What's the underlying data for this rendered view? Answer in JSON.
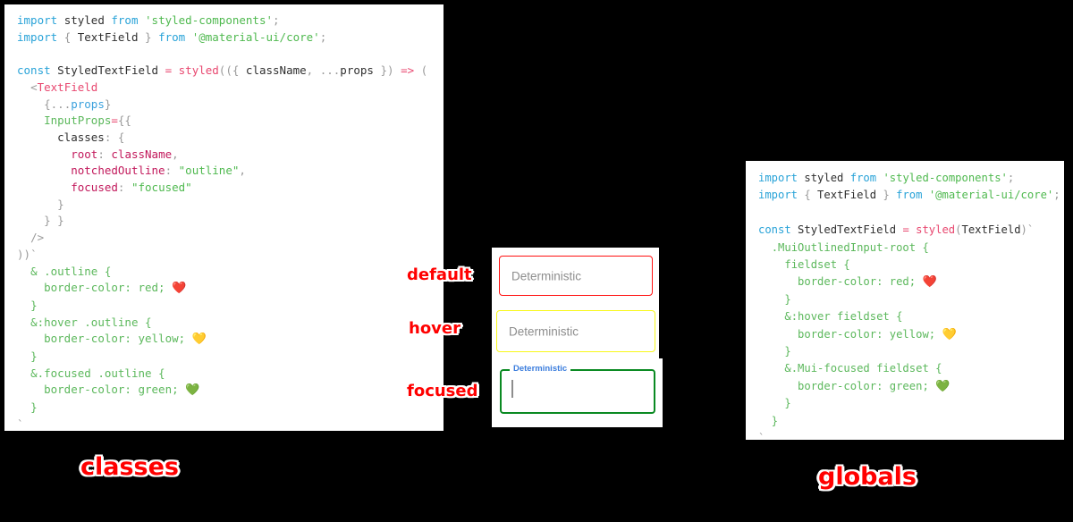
{
  "colors": {
    "background": "#000000",
    "panel": "#ffffff",
    "annotation_red": "#ff0000",
    "annotation_stroke": "#ffffff",
    "default_border": "#ff1111",
    "hover_border": "#f8f819",
    "focused_border": "#0a8a22",
    "focused_label": "#3b7ddd",
    "placeholder_text": "#8d8d8d"
  },
  "panels": {
    "classes": {
      "caption": "classes",
      "code_lines": [
        [
          {
            "t": "import",
            "c": "t-kw"
          },
          {
            "t": " ",
            "c": "t-def"
          },
          {
            "t": "styled",
            "c": "t-def"
          },
          {
            "t": " ",
            "c": "t-def"
          },
          {
            "t": "from",
            "c": "t-kw"
          },
          {
            "t": " ",
            "c": "t-def"
          },
          {
            "t": "'styled-components'",
            "c": "t-str"
          },
          {
            "t": ";",
            "c": "t-punc"
          }
        ],
        [
          {
            "t": "import",
            "c": "t-kw"
          },
          {
            "t": " ",
            "c": "t-def"
          },
          {
            "t": "{",
            "c": "t-punc"
          },
          {
            "t": " TextField ",
            "c": "t-def"
          },
          {
            "t": "}",
            "c": "t-punc"
          },
          {
            "t": " ",
            "c": "t-def"
          },
          {
            "t": "from",
            "c": "t-kw"
          },
          {
            "t": " ",
            "c": "t-def"
          },
          {
            "t": "'@material-ui/core'",
            "c": "t-str"
          },
          {
            "t": ";",
            "c": "t-punc"
          }
        ],
        [],
        [
          {
            "t": "const",
            "c": "t-kw"
          },
          {
            "t": " StyledTextField ",
            "c": "t-def"
          },
          {
            "t": "=",
            "c": "t-op"
          },
          {
            "t": " ",
            "c": "t-def"
          },
          {
            "t": "styled",
            "c": "t-fn"
          },
          {
            "t": "((",
            "c": "t-punc"
          },
          {
            "t": "{",
            "c": "t-punc"
          },
          {
            "t": " className",
            "c": "t-def"
          },
          {
            "t": ",",
            "c": "t-punc"
          },
          {
            "t": " ",
            "c": "t-def"
          },
          {
            "t": "...",
            "c": "t-punc"
          },
          {
            "t": "props",
            "c": "t-def"
          },
          {
            "t": " }",
            "c": "t-punc"
          },
          {
            "t": ")",
            "c": "t-punc"
          },
          {
            "t": " ",
            "c": "t-def"
          },
          {
            "t": "=>",
            "c": "t-op"
          },
          {
            "t": " (",
            "c": "t-punc"
          }
        ],
        [
          {
            "t": "  ",
            "c": "t-def"
          },
          {
            "t": "<",
            "c": "t-punc"
          },
          {
            "t": "TextField",
            "c": "t-tag"
          }
        ],
        [
          {
            "t": "    ",
            "c": "t-def"
          },
          {
            "t": "{",
            "c": "t-punc"
          },
          {
            "t": "...",
            "c": "t-punc"
          },
          {
            "t": "props",
            "c": "t-var"
          },
          {
            "t": "}",
            "c": "t-punc"
          }
        ],
        [
          {
            "t": "    ",
            "c": "t-def"
          },
          {
            "t": "InputProps",
            "c": "t-green"
          },
          {
            "t": "=",
            "c": "t-op"
          },
          {
            "t": "{{",
            "c": "t-punc"
          }
        ],
        [
          {
            "t": "      ",
            "c": "t-def"
          },
          {
            "t": "classes",
            "c": "t-def"
          },
          {
            "t": ":",
            "c": "t-punc"
          },
          {
            "t": " {",
            "c": "t-punc"
          }
        ],
        [
          {
            "t": "        ",
            "c": "t-def"
          },
          {
            "t": "root",
            "c": "t-prop"
          },
          {
            "t": ":",
            "c": "t-punc"
          },
          {
            "t": " ",
            "c": "t-def"
          },
          {
            "t": "className",
            "c": "t-prop"
          },
          {
            "t": ",",
            "c": "t-punc"
          }
        ],
        [
          {
            "t": "        ",
            "c": "t-def"
          },
          {
            "t": "notchedOutline",
            "c": "t-prop"
          },
          {
            "t": ":",
            "c": "t-punc"
          },
          {
            "t": " ",
            "c": "t-def"
          },
          {
            "t": "\"outline\"",
            "c": "t-str"
          },
          {
            "t": ",",
            "c": "t-punc"
          }
        ],
        [
          {
            "t": "        ",
            "c": "t-def"
          },
          {
            "t": "focused",
            "c": "t-prop"
          },
          {
            "t": ":",
            "c": "t-punc"
          },
          {
            "t": " ",
            "c": "t-def"
          },
          {
            "t": "\"focused\"",
            "c": "t-str"
          }
        ],
        [
          {
            "t": "      ",
            "c": "t-def"
          },
          {
            "t": "}",
            "c": "t-punc"
          }
        ],
        [
          {
            "t": "    ",
            "c": "t-def"
          },
          {
            "t": "} }",
            "c": "t-punc"
          }
        ],
        [
          {
            "t": "  ",
            "c": "t-def"
          },
          {
            "t": "/>",
            "c": "t-punc"
          }
        ],
        [
          {
            "t": "))",
            "c": "t-punc"
          },
          {
            "t": "`",
            "c": "t-tick"
          }
        ],
        [
          {
            "t": "  ",
            "c": "t-def"
          },
          {
            "t": "& .outline {",
            "c": "t-css"
          }
        ],
        [
          {
            "t": "    ",
            "c": "t-def"
          },
          {
            "t": "border-color: red; ",
            "c": "t-css"
          },
          {
            "t": "❤️",
            "c": "heart"
          }
        ],
        [
          {
            "t": "  ",
            "c": "t-def"
          },
          {
            "t": "}",
            "c": "t-css"
          }
        ],
        [
          {
            "t": "  ",
            "c": "t-def"
          },
          {
            "t": "&:hover .outline {",
            "c": "t-css"
          }
        ],
        [
          {
            "t": "    ",
            "c": "t-def"
          },
          {
            "t": "border-color: yellow; ",
            "c": "t-css"
          },
          {
            "t": "💛",
            "c": "heart"
          }
        ],
        [
          {
            "t": "  ",
            "c": "t-def"
          },
          {
            "t": "}",
            "c": "t-css"
          }
        ],
        [
          {
            "t": "  ",
            "c": "t-def"
          },
          {
            "t": "&.focused .outline {",
            "c": "t-css"
          }
        ],
        [
          {
            "t": "    ",
            "c": "t-def"
          },
          {
            "t": "border-color: green; ",
            "c": "t-css"
          },
          {
            "t": "💚",
            "c": "heart"
          }
        ],
        [
          {
            "t": "  ",
            "c": "t-def"
          },
          {
            "t": "}",
            "c": "t-css"
          }
        ],
        [
          {
            "t": "`",
            "c": "t-tick"
          }
        ],
        [
          {
            "t": " ;",
            "c": "t-punc"
          }
        ]
      ]
    },
    "globals": {
      "caption": "globals",
      "code_lines": [
        [
          {
            "t": "import",
            "c": "t-kw"
          },
          {
            "t": " ",
            "c": "t-def"
          },
          {
            "t": "styled",
            "c": "t-def"
          },
          {
            "t": " ",
            "c": "t-def"
          },
          {
            "t": "from",
            "c": "t-kw"
          },
          {
            "t": " ",
            "c": "t-def"
          },
          {
            "t": "'styled-components'",
            "c": "t-str"
          },
          {
            "t": ";",
            "c": "t-punc"
          }
        ],
        [
          {
            "t": "import",
            "c": "t-kw"
          },
          {
            "t": " ",
            "c": "t-def"
          },
          {
            "t": "{",
            "c": "t-punc"
          },
          {
            "t": " TextField ",
            "c": "t-def"
          },
          {
            "t": "}",
            "c": "t-punc"
          },
          {
            "t": " ",
            "c": "t-def"
          },
          {
            "t": "from",
            "c": "t-kw"
          },
          {
            "t": " ",
            "c": "t-def"
          },
          {
            "t": "'@material-ui/core'",
            "c": "t-str"
          },
          {
            "t": ";",
            "c": "t-punc"
          }
        ],
        [],
        [
          {
            "t": "const",
            "c": "t-kw"
          },
          {
            "t": " StyledTextField ",
            "c": "t-def"
          },
          {
            "t": "=",
            "c": "t-op"
          },
          {
            "t": " ",
            "c": "t-def"
          },
          {
            "t": "styled",
            "c": "t-fn"
          },
          {
            "t": "(",
            "c": "t-punc"
          },
          {
            "t": "TextField",
            "c": "t-def"
          },
          {
            "t": ")",
            "c": "t-punc"
          },
          {
            "t": "`",
            "c": "t-tick"
          }
        ],
        [
          {
            "t": "  ",
            "c": "t-def"
          },
          {
            "t": ".MuiOutlinedInput-root {",
            "c": "t-css"
          }
        ],
        [
          {
            "t": "    ",
            "c": "t-def"
          },
          {
            "t": "fieldset {",
            "c": "t-css"
          }
        ],
        [
          {
            "t": "      ",
            "c": "t-def"
          },
          {
            "t": "border-color: red; ",
            "c": "t-css"
          },
          {
            "t": "❤️",
            "c": "heart"
          }
        ],
        [
          {
            "t": "    ",
            "c": "t-def"
          },
          {
            "t": "}",
            "c": "t-css"
          }
        ],
        [
          {
            "t": "    ",
            "c": "t-def"
          },
          {
            "t": "&:hover fieldset {",
            "c": "t-css"
          }
        ],
        [
          {
            "t": "      ",
            "c": "t-def"
          },
          {
            "t": "border-color: yellow; ",
            "c": "t-css"
          },
          {
            "t": "💛",
            "c": "heart"
          }
        ],
        [
          {
            "t": "    ",
            "c": "t-def"
          },
          {
            "t": "}",
            "c": "t-css"
          }
        ],
        [
          {
            "t": "    ",
            "c": "t-def"
          },
          {
            "t": "&.Mui-focused fieldset {",
            "c": "t-css"
          }
        ],
        [
          {
            "t": "      ",
            "c": "t-def"
          },
          {
            "t": "border-color: green; ",
            "c": "t-css"
          },
          {
            "t": "💚",
            "c": "heart"
          }
        ],
        [
          {
            "t": "    ",
            "c": "t-def"
          },
          {
            "t": "}",
            "c": "t-css"
          }
        ],
        [
          {
            "t": "  ",
            "c": "t-def"
          },
          {
            "t": "}",
            "c": "t-css"
          }
        ],
        [
          {
            "t": "`",
            "c": "t-tick"
          }
        ],
        [
          {
            "t": " ;",
            "c": "t-punc"
          }
        ]
      ]
    }
  },
  "demo": {
    "states": [
      {
        "name": "default",
        "annotation": "default",
        "field_label": "Deterministic",
        "border_color": "#ff1111"
      },
      {
        "name": "hover",
        "annotation": "hover",
        "field_label": "Deterministic",
        "border_color": "#f8f819"
      },
      {
        "name": "focused",
        "annotation": "focused",
        "field_label": "Deterministic",
        "border_color": "#0a8a22",
        "value": ""
      }
    ]
  }
}
